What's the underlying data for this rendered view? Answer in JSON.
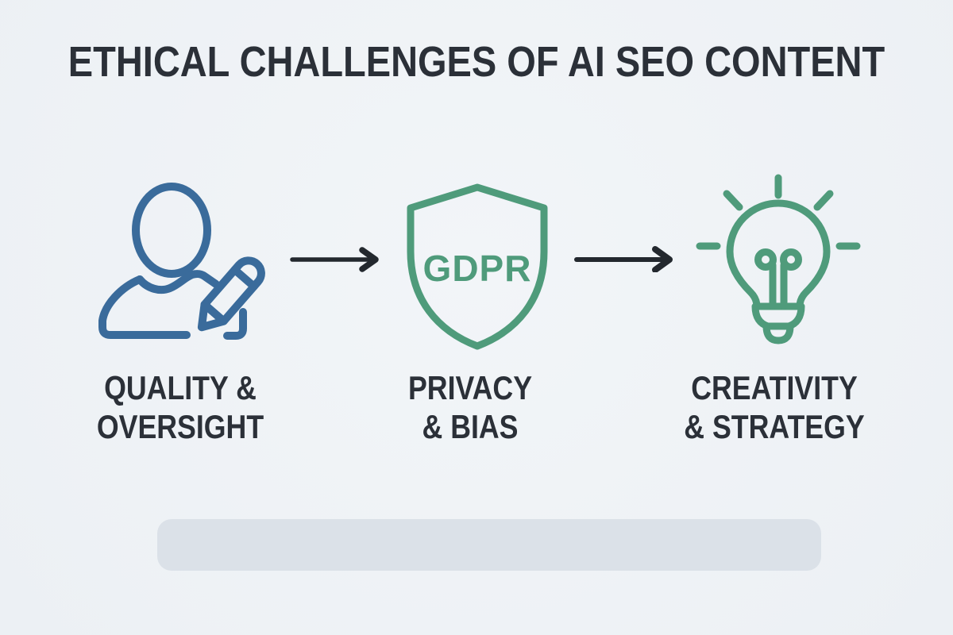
{
  "title": "ETHICAL CHALLENGES OF AI SEO CONTENT",
  "steps": [
    {
      "icon": "person-writing-icon",
      "label_line1": "QUALITY &",
      "label_line2": "OVERSIGHT",
      "accent_color": "#3a6b9b"
    },
    {
      "icon": "gdpr-shield-icon",
      "badge_text": "GDPR",
      "label_line1": "PRIVACY",
      "label_line2": "& BIAS",
      "accent_color": "#4f9b7b"
    },
    {
      "icon": "lightbulb-icon",
      "label_line1": "CREATIVITY",
      "label_line2": "& STRATEGY",
      "accent_color": "#4f9b7b"
    }
  ],
  "connectors": [
    {
      "icon": "arrow-right-icon"
    },
    {
      "icon": "arrow-right-icon"
    }
  ],
  "footer_bar": {
    "type": "empty-placeholder-bar"
  },
  "colors": {
    "bg1": "#f2f5f8",
    "bg2": "#ecf0f4",
    "ink": "#2b3038",
    "blue": "#3a6b9b",
    "green": "#4f9b7b",
    "arrow": "#23282e",
    "bar": "#dbe1e8"
  }
}
